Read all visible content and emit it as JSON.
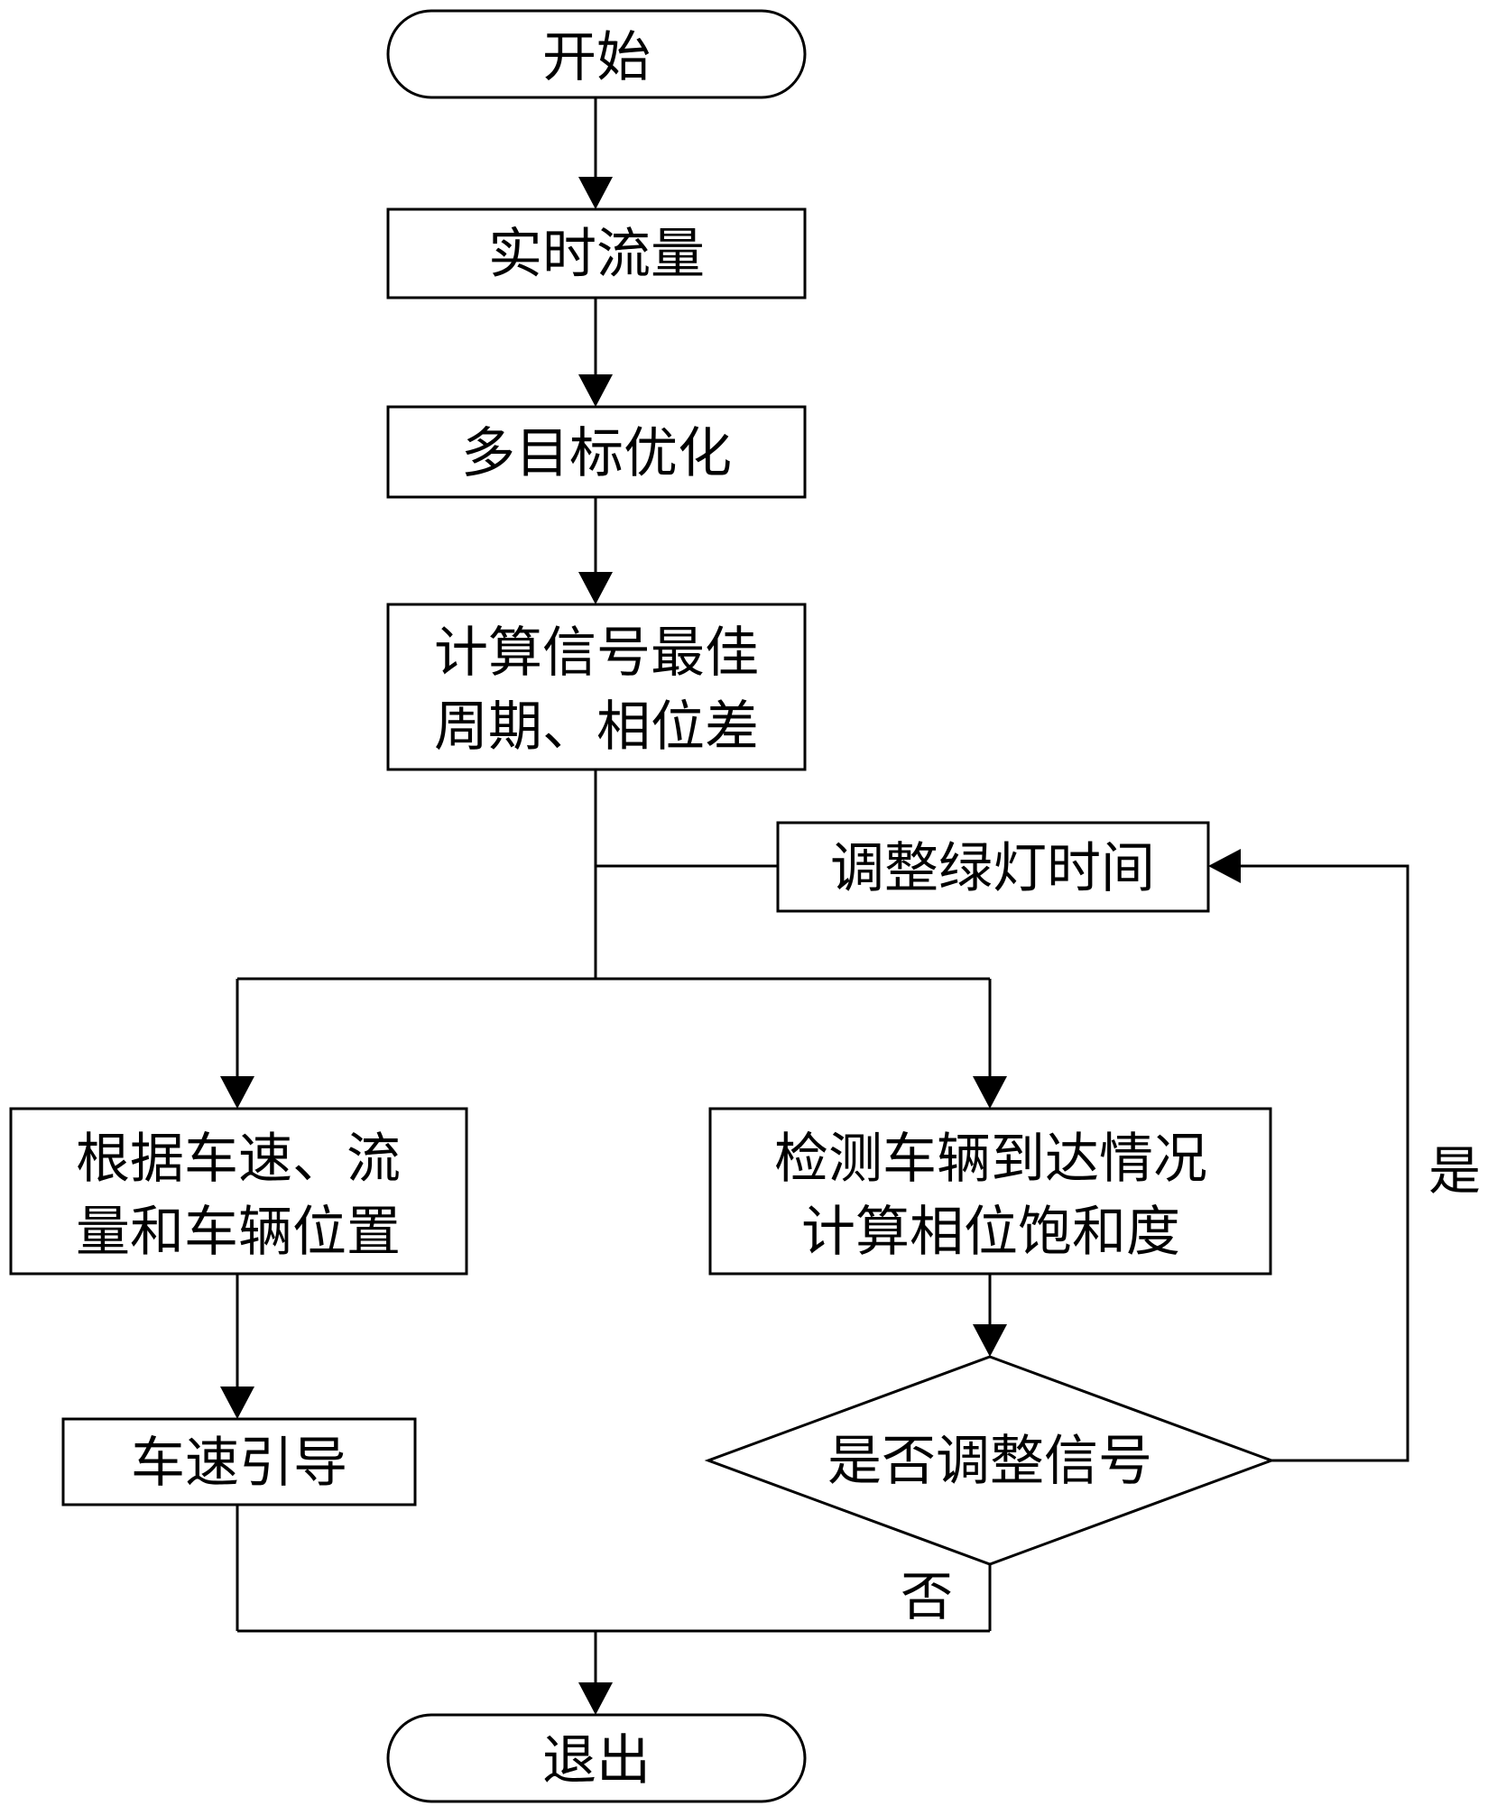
{
  "nodes": {
    "start": "开始",
    "realtime_flow": "实时流量",
    "multi_objective": "多目标优化",
    "compute_line1": "计算信号最佳",
    "compute_line2": "周期、相位差",
    "adjust_green": "调整绿灯时间",
    "speed_flow_line1": "根据车速、流",
    "speed_flow_line2": "量和车辆位置",
    "detect_line1": "检测车辆到达情况",
    "detect_line2": "计算相位饱和度",
    "speed_guidance": "车速引导",
    "decision": "是否调整信号",
    "exit": "退出"
  },
  "edges": {
    "yes_label": "是",
    "no_label": "否"
  },
  "colors": {
    "stroke": "#000000",
    "background": "#ffffff"
  }
}
